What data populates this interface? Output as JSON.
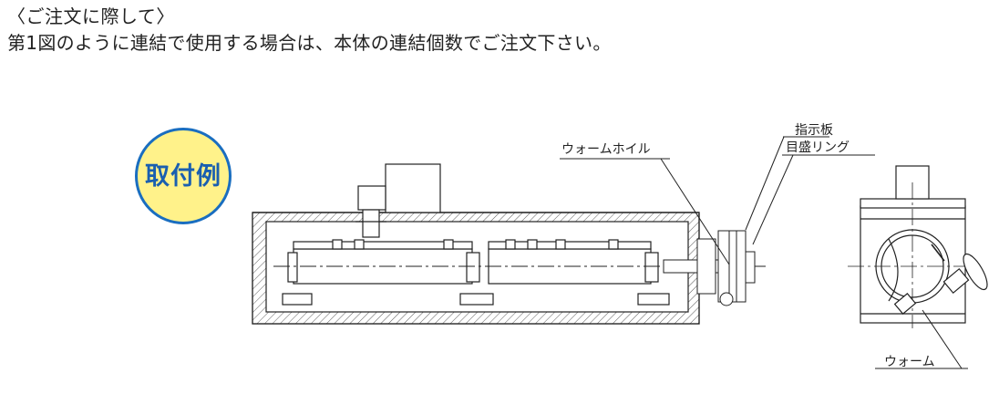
{
  "heading": "〈ご注文に際して〉",
  "instruction": "第1図のように連結で使用する場合は、本体の連結個数でご注文下さい。",
  "badge": {
    "label": "取付例",
    "fill": "#fff28a",
    "ring": "#1a6ec0"
  },
  "callouts": {
    "worm_wheel": "ウォームホイル",
    "indicator_plate": "指示板",
    "scale_ring": "目盛リング",
    "worm": "ウォーム"
  }
}
